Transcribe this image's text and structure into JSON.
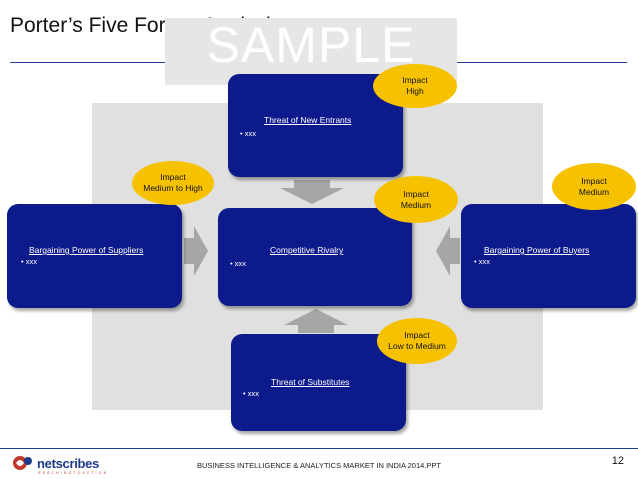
{
  "title": "Porter’s Five Forces Analysis",
  "watermark": "SAMPLE",
  "forces": {
    "new_entrants": {
      "title": "Threat of New Entrants",
      "bullet": "• xxx",
      "impact_label": "Impact",
      "impact_value": "High"
    },
    "suppliers": {
      "title": "Bargaining Power of Suppliers",
      "bullet": "• xxx",
      "impact_label": "Impact",
      "impact_value": "Medium to High"
    },
    "rivalry": {
      "title": "Competitive Rivalry",
      "bullet": "• xxx",
      "impact_label": "Impact",
      "impact_value": "Medium"
    },
    "buyers": {
      "title": "Bargaining Power of Buyers",
      "bullet": "• xxx",
      "impact_label": "Impact",
      "impact_value": "Medium"
    },
    "substitutes": {
      "title": "Threat of Substitutes",
      "bullet": "• xxx",
      "impact_label": "Impact",
      "impact_value": "Low to Medium"
    }
  },
  "footer": {
    "text": "BUSINESS INTELLIGENCE & ANALYTICS MARKET IN INDIA 2014.PPT",
    "page_number": "12",
    "logo_name": "netscribes",
    "logo_tagline": "R E A C H I N G   T O   A C T I O N",
    "logo_icon": "netscribes-logo-icon"
  },
  "colors": {
    "box_fill": "#0d1a8c",
    "bubble_fill": "#f6c200",
    "panel_fill": "#e0e0e0",
    "arrow_fill": "#a6a6a6",
    "rule_color": "#1f3f94"
  }
}
